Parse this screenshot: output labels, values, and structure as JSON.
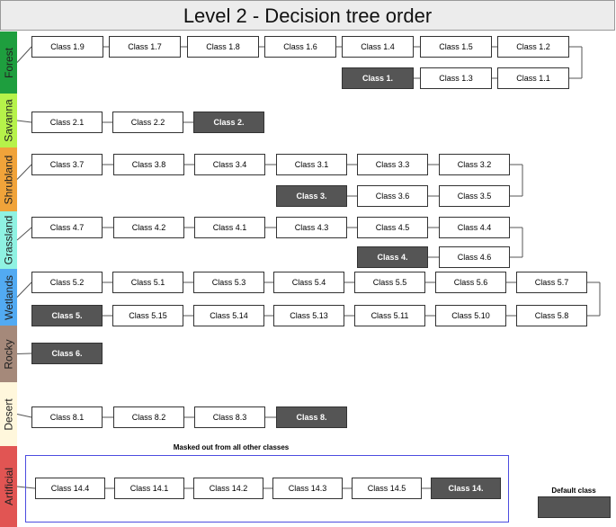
{
  "title": "Level 2 - Decision tree order",
  "colors": {
    "forest": "#1e9e3e",
    "savanna": "#b6f24a",
    "shrubland": "#f0a33a",
    "grassland": "#8ff2e2",
    "wetlands": "#52aaf2",
    "rocky": "#a5897a",
    "desert": "#fff7dc",
    "artificial": "#e15553",
    "default_class": "#555555",
    "frame": "#4c4ce0"
  },
  "categories": [
    {
      "id": "forest",
      "label": "Forest",
      "rows": [
        [
          "Class 1.9",
          "Class 1.7",
          "Class 1.8",
          "Class 1.6",
          "Class 1.4",
          "Class 1.5",
          "Class 1.2"
        ],
        [
          "Class 1.",
          "Class 1.3",
          "Class 1.1"
        ]
      ],
      "default": "Class 1."
    },
    {
      "id": "savanna",
      "label": "Savanna",
      "rows": [
        [
          "Class 2.1",
          "Class 2.2",
          "Class 2."
        ]
      ],
      "default": "Class 2."
    },
    {
      "id": "shrubland",
      "label": "Shrubland",
      "rows": [
        [
          "Class 3.7",
          "Class 3.8",
          "Class 3.4",
          "Class 3.1",
          "Class 3.3",
          "Class 3.2"
        ],
        [
          "Class 3.",
          "Class 3.6",
          "Class 3.5"
        ]
      ],
      "default": "Class 3."
    },
    {
      "id": "grassland",
      "label": "Grassland",
      "rows": [
        [
          "Class 4.7",
          "Class 4.2",
          "Class 4.1",
          "Class 4.3",
          "Class 4.5",
          "Class 4.4"
        ],
        [
          "Class 4.",
          "Class 4.6"
        ]
      ],
      "default": "Class 4."
    },
    {
      "id": "wetlands",
      "label": "Wetlands",
      "rows": [
        [
          "Class 5.2",
          "Class 5.1",
          "Class 5.3",
          "Class 5.4",
          "Class 5.5",
          "Class 5.6",
          "Class 5.7"
        ],
        [
          "Class 5.",
          "Class 5.15",
          "Class 5.14",
          "Class 5.13",
          "Class 5.11",
          "Class 5.10",
          "Class 5.8"
        ]
      ],
      "default": "Class 5."
    },
    {
      "id": "rocky",
      "label": "Rocky",
      "rows": [
        [
          "Class 6."
        ]
      ],
      "default": "Class 6."
    },
    {
      "id": "desert",
      "label": "Desert",
      "rows": [
        [
          "Class 8.1",
          "Class 8.2",
          "Class 8.3",
          "Class 8."
        ]
      ],
      "default": "Class 8."
    },
    {
      "id": "artificial",
      "label": "Artificial",
      "rows": [
        [
          "Class 14.4",
          "Class 14.1",
          "Class 14.2",
          "Class 14.3",
          "Class 14.5",
          "Class 14."
        ]
      ],
      "default": "Class 14."
    }
  ],
  "masked_note": "Masked out from all other classes",
  "legend": {
    "label": "Default class"
  }
}
